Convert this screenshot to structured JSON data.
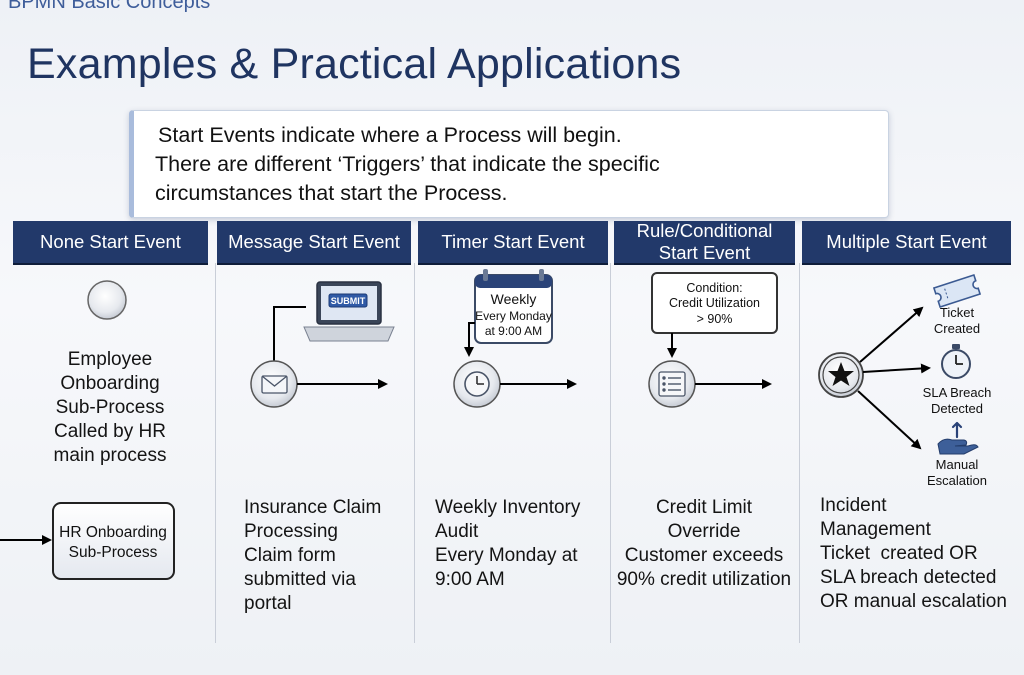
{
  "header": {
    "breadcrumb": "BPMN Basic Concepts",
    "title": "Examples & Practical Applications"
  },
  "callout": {
    "line1": "Start Events indicate where a Process will begin.",
    "line2": "There are different ‘Triggers’ that indicate the specific",
    "line3": "circumstances that start the Process."
  },
  "colors": {
    "header_bg": "#22396a",
    "title": "#1f3461",
    "accent": "#a9bcdc"
  },
  "columns": [
    {
      "header": "None Start Event",
      "icon": "none-start-circle",
      "desc_lines": [
        "Employee",
        "Onboarding",
        "Sub-Process",
        "Called by HR",
        "main process"
      ],
      "subprocess_lines": [
        "HR Onboarding",
        "Sub-Process"
      ]
    },
    {
      "header": "Message Start Event",
      "icon": "envelope-icon",
      "laptop_button": "SUBMIT",
      "desc_lines": [
        "Insurance Claim",
        "Processing",
        "Claim form",
        "submitted via",
        "portal"
      ]
    },
    {
      "header": "Timer Start Event",
      "icon": "clock-icon",
      "calendar_lines": [
        "Weekly",
        "Every Monday",
        "at 9:00 AM"
      ],
      "desc_lines": [
        "Weekly Inventory",
        "Audit",
        "Every Monday at",
        "9:00 AM"
      ]
    },
    {
      "header_lines": [
        "Rule/Conditional",
        "Start Event"
      ],
      "icon": "list-rule-icon",
      "condition_lines": [
        "Condition:",
        "Credit Utilization",
        "> 90%"
      ],
      "desc_lines": [
        "Credit Limit",
        "Override",
        "Customer exceeds",
        "90% credit utilization"
      ]
    },
    {
      "header": "Multiple Start Event",
      "icon": "star-icon",
      "triggers": [
        {
          "icon": "ticket-icon",
          "lines": [
            "Ticket",
            "Created"
          ]
        },
        {
          "icon": "stopwatch-icon",
          "lines": [
            "SLA Breach",
            "Detected"
          ]
        },
        {
          "icon": "hand-escalation-icon",
          "lines": [
            "Manual",
            "Escalation"
          ]
        }
      ],
      "desc_lines": [
        "Incident",
        "Management",
        "Ticket  created OR",
        "SLA breach detected",
        "OR manual escalation"
      ]
    }
  ]
}
